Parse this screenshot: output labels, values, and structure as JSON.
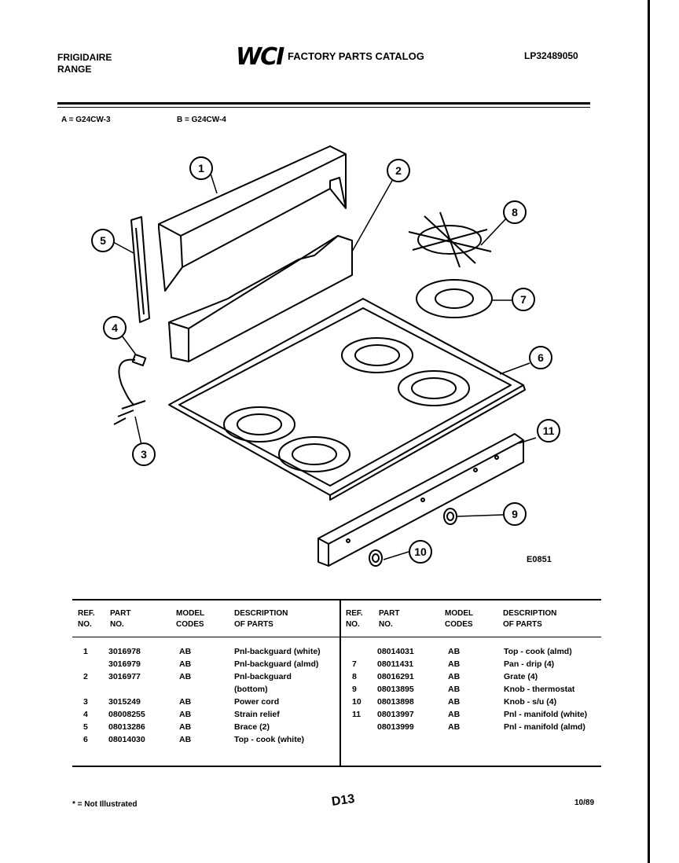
{
  "header": {
    "brand_line1": "FRIGIDAIRE",
    "brand_line2": "RANGE",
    "logo": "WCI",
    "title": "FACTORY PARTS CATALOG",
    "catalog_number": "LP32489050"
  },
  "models": {
    "a": "A = G24CW-3",
    "b": "B = G24CW-4"
  },
  "diagram": {
    "figure_code": "E0851",
    "callouts": [
      "1",
      "2",
      "3",
      "4",
      "5",
      "6",
      "7",
      "8",
      "9",
      "10",
      "11"
    ]
  },
  "table": {
    "headers": {
      "ref": "REF.\nNO.",
      "part": "PART\nNO.",
      "model": "MODEL\nCODES",
      "desc": "DESCRIPTION\nOF PARTS"
    },
    "left_rows": [
      {
        "ref": "1",
        "part": "3016978",
        "model": "AB",
        "desc": "Pnl-backguard (white)"
      },
      {
        "ref": "",
        "part": "3016979",
        "model": "AB",
        "desc": "Pnl-backguard (almd)"
      },
      {
        "ref": "2",
        "part": "3016977",
        "model": "AB",
        "desc": "Pnl-backguard"
      },
      {
        "ref": "",
        "part": "",
        "model": "",
        "desc": "(bottom)"
      },
      {
        "ref": "3",
        "part": "3015249",
        "model": "AB",
        "desc": "Power cord"
      },
      {
        "ref": "4",
        "part": "08008255",
        "model": "AB",
        "desc": "Strain relief"
      },
      {
        "ref": "5",
        "part": "08013286",
        "model": "AB",
        "desc": "Brace (2)"
      },
      {
        "ref": "6",
        "part": "08014030",
        "model": "AB",
        "desc": "Top - cook (white)"
      }
    ],
    "right_rows": [
      {
        "ref": "",
        "part": "08014031",
        "model": "AB",
        "desc": "Top - cook (almd)"
      },
      {
        "ref": "7",
        "part": "08011431",
        "model": "AB",
        "desc": "Pan - drip (4)"
      },
      {
        "ref": "8",
        "part": "08016291",
        "model": "AB",
        "desc": "Grate (4)"
      },
      {
        "ref": "9",
        "part": "08013895",
        "model": "AB",
        "desc": "Knob - thermostat"
      },
      {
        "ref": "10",
        "part": "08013898",
        "model": "AB",
        "desc": "Knob - s/u (4)"
      },
      {
        "ref": "11",
        "part": "08013997",
        "model": "AB",
        "desc": "Pnl - manifold (white)"
      },
      {
        "ref": "",
        "part": "08013999",
        "model": "AB",
        "desc": "Pnl - manifold (almd)"
      }
    ]
  },
  "footer": {
    "note": "* = Not Illustrated",
    "page_code": "D13",
    "date": "10/89"
  }
}
